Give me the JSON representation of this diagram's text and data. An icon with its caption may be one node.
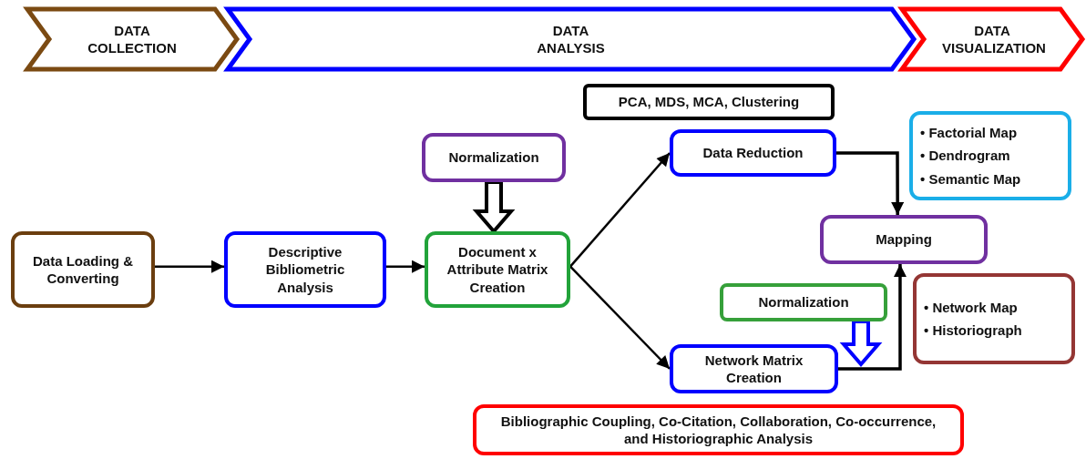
{
  "diagram": {
    "nodes": [
      {
        "text": [
          "DATA COLLECTION"
        ]
      },
      {
        "text": [
          "DATA ANALYSIS"
        ]
      },
      {
        "text": [
          "DATA VISUALIZATION"
        ]
      },
      {
        "text": [
          "Data Loading & Converting"
        ]
      },
      {
        "text": [
          "Descriptive Bibliometric Analysis"
        ]
      },
      {
        "text": [
          "Normalization"
        ]
      },
      {
        "text": [
          "Document x Attribute Matrix Creation"
        ]
      },
      {
        "text": [
          "PCA, MDS, MCA, Clustering"
        ]
      },
      {
        "text": [
          "Data Reduction"
        ]
      },
      {
        "text": [
          "• Factorial Map",
          "• Dendrogram",
          "• Semantic Map"
        ]
      },
      {
        "text": [
          "Mapping"
        ]
      },
      {
        "text": [
          "Normalization"
        ]
      },
      {
        "text": [
          "• Network Map",
          "• Historiograph"
        ]
      },
      {
        "text": [
          "Network Matrix Creation"
        ]
      },
      {
        "text": [
          "Bibliographic Coupling, Co-Citation, Collaboration, Co-occurrence, and Historiographic Analysis"
        ]
      }
    ],
    "edges": [
      {
        "from": 3,
        "to": 4,
        "arrow": "to"
      },
      {
        "from": 4,
        "to": 6,
        "arrow": "to"
      },
      {
        "from": 5,
        "to": 6,
        "arrow": "to",
        "style": "thick"
      },
      {
        "from": 6,
        "to": 8,
        "arrow": "to"
      },
      {
        "from": 6,
        "to": 13,
        "arrow": "to"
      },
      {
        "from": 8,
        "to": 10,
        "arrow": "to"
      },
      {
        "from": 13,
        "to": 10,
        "arrow": "to"
      },
      {
        "from": 11,
        "to": null,
        "arrow": "to",
        "style": "thick",
        "color": "#0000ff"
      }
    ]
  }
}
